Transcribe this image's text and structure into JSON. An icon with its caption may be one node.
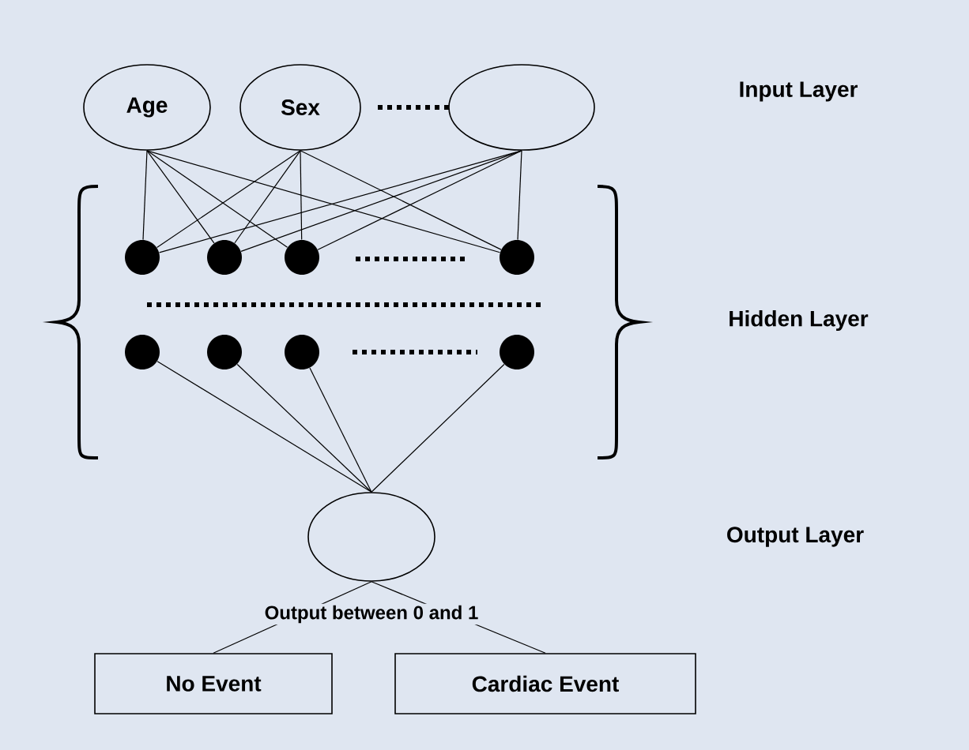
{
  "diagram": {
    "nodes": [
      {
        "text": [
          "Age"
        ]
      },
      {
        "text": [
          "Sex"
        ]
      },
      {
        "text": [],
        "shape": "circle"
      },
      {
        "text": [],
        "shape": "circle"
      },
      {
        "text": [],
        "shape": "circle"
      },
      {
        "text": [],
        "shape": "circle"
      },
      {
        "text": [],
        "shape": "circle"
      },
      {
        "text": [],
        "shape": "circle"
      },
      {
        "text": [],
        "shape": "circle"
      },
      {
        "text": [],
        "shape": "circle"
      },
      {
        "text": [],
        "shape": "circle"
      },
      {
        "text": [],
        "shape": "circle"
      },
      {
        "text": [
          "No Event"
        ]
      },
      {
        "text": [
          "Cardiac Event"
        ]
      }
    ],
    "edges": [
      {
        "from": 0,
        "to": 3,
        "arrow": "none"
      },
      {
        "from": 0,
        "to": 4,
        "arrow": "none"
      },
      {
        "from": 0,
        "to": 5,
        "arrow": "none"
      },
      {
        "from": 0,
        "to": 6,
        "arrow": "none"
      },
      {
        "from": 1,
        "to": 3,
        "arrow": "none"
      },
      {
        "from": 1,
        "to": 4,
        "arrow": "none"
      },
      {
        "from": 1,
        "to": 5,
        "arrow": "none"
      },
      {
        "from": 1,
        "to": 6,
        "arrow": "none"
      },
      {
        "from": 2,
        "to": 3,
        "arrow": "none"
      },
      {
        "from": 2,
        "to": 4,
        "arrow": "none"
      },
      {
        "from": 2,
        "to": 5,
        "arrow": "none"
      },
      {
        "from": 2,
        "to": 6,
        "arrow": "none"
      },
      {
        "from": 7,
        "to": 11,
        "arrow": "none"
      },
      {
        "from": 8,
        "to": 11,
        "arrow": "none"
      },
      {
        "from": 9,
        "to": 11,
        "arrow": "none"
      },
      {
        "from": 10,
        "to": 11,
        "arrow": "none"
      },
      {
        "from": 11,
        "to": 12,
        "arrow": "none"
      },
      {
        "from": 11,
        "to": 13,
        "arrow": "none"
      }
    ],
    "labels": [
      "Input Layer",
      "Hidden Layer",
      "Output Layer",
      "Output between 0 and 1"
    ]
  }
}
